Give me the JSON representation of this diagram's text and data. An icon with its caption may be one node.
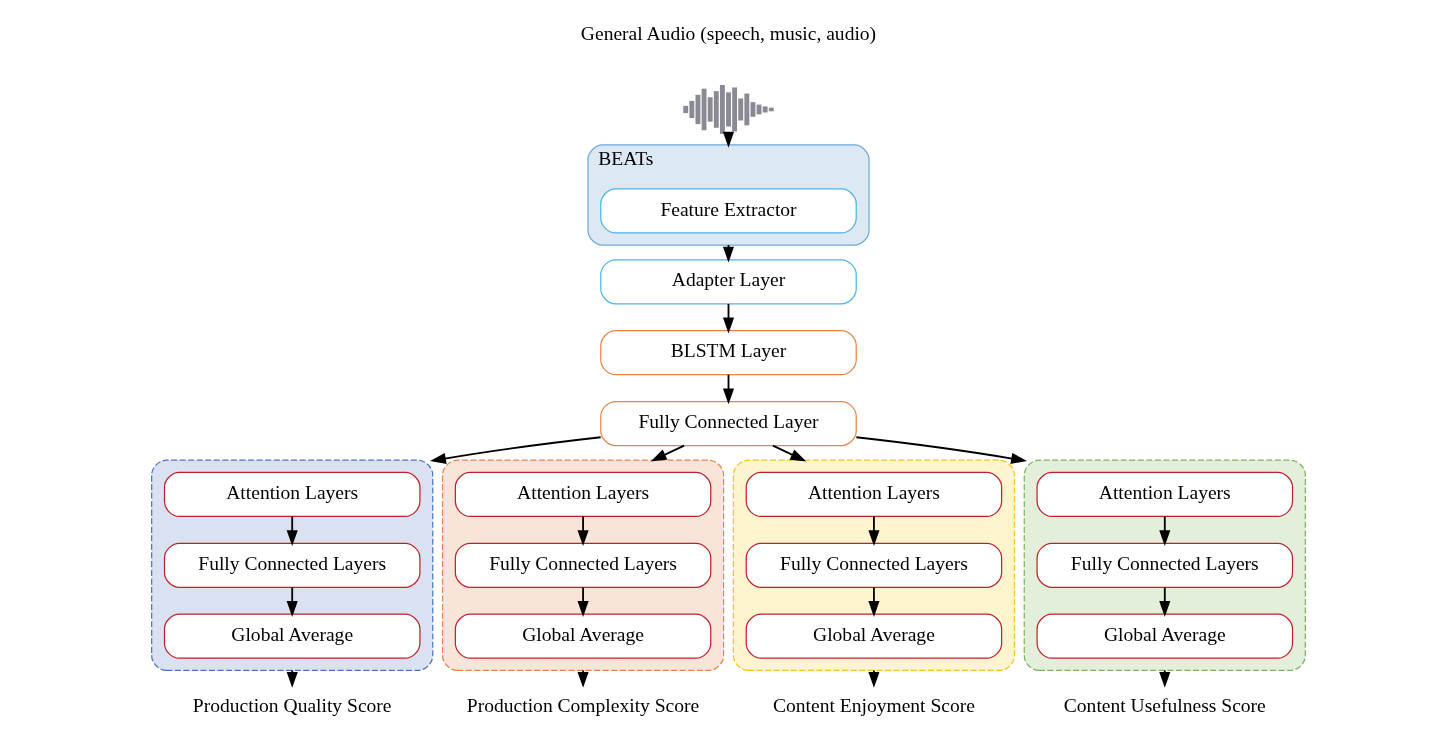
{
  "diagram": {
    "nodes": [
      {
        "text": [],
        "shape": "picture",
        "beside": [
          "General Audio (speech, music, audio)"
        ]
      },
      {
        "text": [
          "BEATs"
        ]
      },
      {
        "text": [
          "Feature Extractor"
        ],
        "in": 1
      },
      {
        "text": [
          "Adapter Layer"
        ]
      },
      {
        "text": [
          "BLSTM Layer"
        ]
      },
      {
        "text": [
          "Fully Connected Layer"
        ]
      },
      {
        "text": [],
        "shape": "box"
      },
      {
        "text": [
          "Attention Layers"
        ],
        "in": 6
      },
      {
        "text": [
          "Fully Connected Layers"
        ],
        "in": 6
      },
      {
        "text": [
          "Global Average"
        ],
        "in": 6
      },
      {
        "text": [],
        "shape": "box"
      },
      {
        "text": [
          "Attention Layers"
        ],
        "in": 10
      },
      {
        "text": [
          "Fully Connected Layers"
        ],
        "in": 10
      },
      {
        "text": [
          "Global Average"
        ],
        "in": 10
      },
      {
        "text": [],
        "shape": "box"
      },
      {
        "text": [
          "Attention Layers"
        ],
        "in": 14
      },
      {
        "text": [
          "Fully Connected Layers"
        ],
        "in": 14
      },
      {
        "text": [
          "Global Average"
        ],
        "in": 14
      },
      {
        "text": [],
        "shape": "box"
      },
      {
        "text": [
          "Attention Layers"
        ],
        "in": 18
      },
      {
        "text": [
          "Fully Connected Layers"
        ],
        "in": 18
      },
      {
        "text": [
          "Global Average"
        ],
        "in": 18
      },
      {
        "text": [
          "Production Quality Score"
        ]
      },
      {
        "text": [
          "Production Complexity Score"
        ]
      },
      {
        "text": [
          "Content Enjoyment Score"
        ]
      },
      {
        "text": [
          "Content Usefulness Score"
        ]
      }
    ],
    "edges": [
      {
        "from": 0,
        "to": 1,
        "arrow": "to"
      },
      {
        "from": 1,
        "to": 3,
        "arrow": "to"
      },
      {
        "from": 3,
        "to": 4,
        "arrow": "to"
      },
      {
        "from": 4,
        "to": 5,
        "arrow": "to"
      },
      {
        "from": 5,
        "to": 6,
        "arrow": "to"
      },
      {
        "from": 5,
        "to": 10,
        "arrow": "to"
      },
      {
        "from": 5,
        "to": 14,
        "arrow": "to"
      },
      {
        "from": 5,
        "to": 18,
        "arrow": "to"
      },
      {
        "from": 7,
        "to": 8,
        "arrow": "to"
      },
      {
        "from": 8,
        "to": 9,
        "arrow": "to"
      },
      {
        "from": 11,
        "to": 12,
        "arrow": "to"
      },
      {
        "from": 12,
        "to": 13,
        "arrow": "to"
      },
      {
        "from": 15,
        "to": 16,
        "arrow": "to"
      },
      {
        "from": 16,
        "to": 17,
        "arrow": "to"
      },
      {
        "from": 19,
        "to": 20,
        "arrow": "to"
      },
      {
        "from": 20,
        "to": 21,
        "arrow": "to"
      },
      {
        "from": 6,
        "to": 22,
        "arrow": "to"
      },
      {
        "from": 10,
        "to": 23,
        "arrow": "to"
      },
      {
        "from": 14,
        "to": 24,
        "arrow": "to"
      },
      {
        "from": 18,
        "to": 25,
        "arrow": "to"
      }
    ]
  }
}
